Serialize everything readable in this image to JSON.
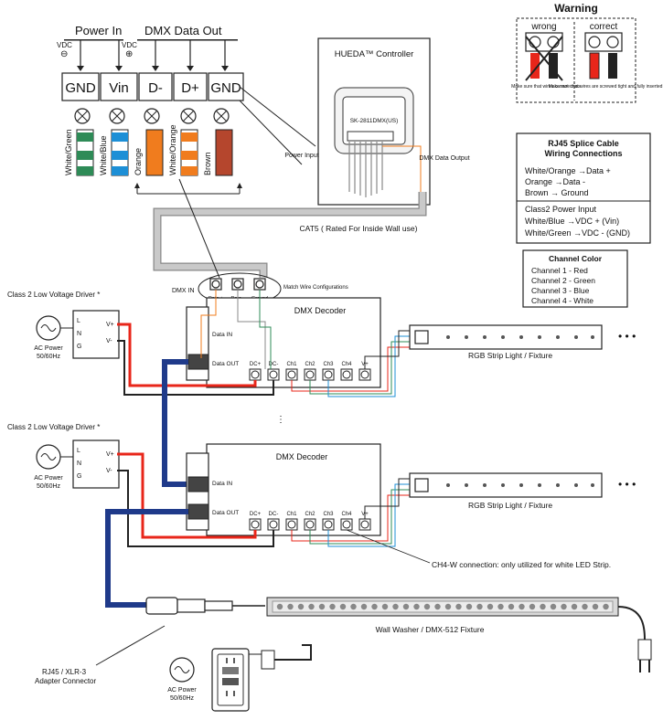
{
  "power_in": {
    "title": "Power In",
    "vdc_minus": "VDC",
    "vdc_plus": "VDC"
  },
  "dmx_out_title": "DMX Data Out",
  "terminals": [
    "GND",
    "Vin",
    "D-",
    "D+",
    "GND"
  ],
  "wire_labels": [
    "White/Green",
    "White/Blue",
    "Orange",
    "White/Orange",
    "Brown"
  ],
  "warning": {
    "title": "Warning",
    "wrong": "wrong",
    "correct": "correct",
    "wrong_note": "Make sure that wires cannot cross",
    "correct_note": "Make sure that wires are screwed tight and fully inserted"
  },
  "controller": {
    "title": "HUEDA™ Controller",
    "model": "SK-2811DMX(US)",
    "power_input": "Power Input",
    "dmx_output": "DMX Data Output"
  },
  "rj45": {
    "title": "RJ45 Splice Cable",
    "subtitle": "Wiring Connections",
    "lines": [
      "White/Orange →Data +",
      "Orange →Data -",
      "Brown → Ground"
    ],
    "class2_title": "Class2 Power Input",
    "class2_lines": [
      "White/Blue →VDC + (Vin)",
      "White/Green →VDC - (GND)"
    ]
  },
  "channel_color": {
    "title": "Channel Color",
    "lines": [
      "Channel 1 -  Red",
      "Channel 2 -  Green",
      "Channel 3 -  Blue",
      "Channel 4 -  White"
    ]
  },
  "cat5": "CAT5 ( Rated For Inside Wall use)",
  "dmx_in": "DMX IN",
  "dmx_in_terms": [
    "Data +",
    "Data -",
    "Ground"
  ],
  "match_wire": "Match Wire Configurations",
  "driver_label": "Class 2 Low Voltage Driver *",
  "driver_terms": [
    "L",
    "N",
    "G"
  ],
  "driver_out": [
    "V+",
    "V-"
  ],
  "ac_power": "AC Power",
  "ac_freq": "50/60Hz",
  "decoder": {
    "title": "DMX Decoder",
    "data_in": "Data IN",
    "data_out": "Data OUT",
    "terms": [
      "DC+",
      "DC-",
      "Ch1",
      "Ch2",
      "Ch3",
      "Ch4",
      "V+"
    ]
  },
  "strip_label": "RGB Strip Light / Fixture",
  "ch4_note": "CH4-W connection: only utilized for white LED Strip.",
  "wall_washer": "Wall Washer / DMX-512 Fixture",
  "adapter": "RJ45 / XLR-3",
  "adapter2": "Adapter Connector",
  "colors": {
    "red": "#e8261a",
    "blue": "#1f3a8a",
    "orange": "#f07c1e",
    "green": "#2e8b57",
    "wblue": "#1d8fd6",
    "brown": "#b5462d",
    "cable": "#c9c9c9"
  }
}
